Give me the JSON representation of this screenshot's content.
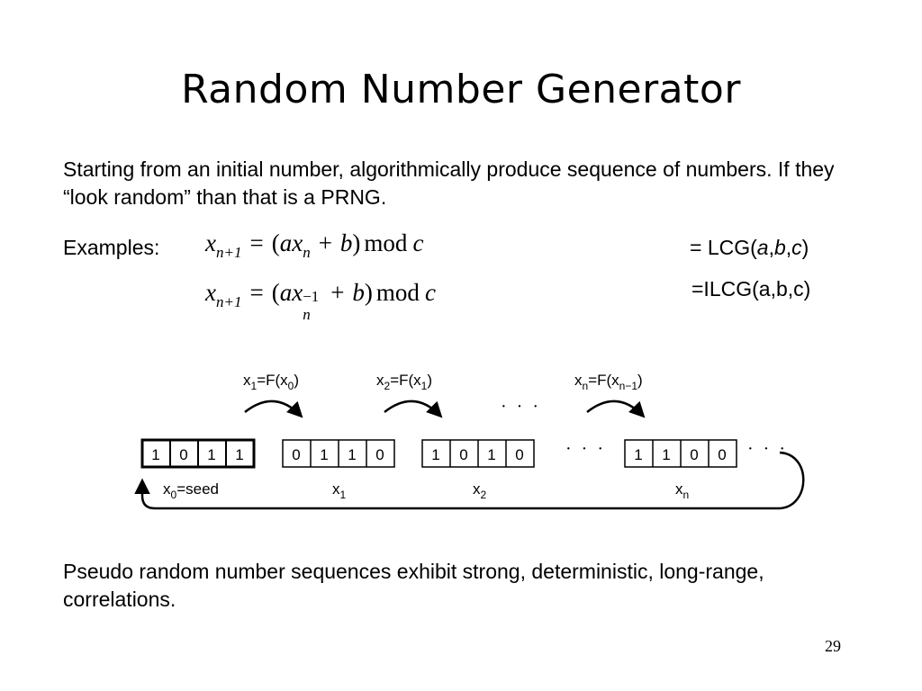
{
  "slide": {
    "title": "Random Number Generator",
    "intro": "Starting from an initial number, algorithmically produce sequence of numbers. If they “look random” than that is a PRNG.",
    "examples_label": "Examples:",
    "equation1_label": {
      "prefix": "= LCG(",
      "a": "a",
      "c1": ",",
      "b": "b",
      "c2": ",",
      "c": "c",
      "suffix": ")"
    },
    "equation2_label": "=ILCG(a,b,c)",
    "conclusion": "Pseudo random number sequences exhibit strong, deterministic, long-range, correlations.",
    "page_number": "29"
  },
  "equations": {
    "eq1": {
      "lhs_var": "x",
      "lhs_sub": "n+1",
      "eq": "=",
      "open": "(",
      "a": "a",
      "x": "x",
      "sub": "n",
      "sup": "",
      "plus": "+",
      "b": "b",
      "close": ")",
      "mod": "mod",
      "c": "c"
    },
    "eq2": {
      "lhs_var": "x",
      "lhs_sub": "n+1",
      "eq": "=",
      "open": "(",
      "a": "a",
      "x": "x",
      "sub": "n",
      "sup": "−1",
      "plus": "+",
      "b": "b",
      "close": ")",
      "mod": "mod",
      "c": "c"
    }
  },
  "diagram": {
    "registers": [
      {
        "bits": [
          "1",
          "0",
          "1",
          "1"
        ],
        "label": "x",
        "label_sub": "0",
        "label_suffix": "=seed"
      },
      {
        "bits": [
          "0",
          "1",
          "1",
          "0"
        ],
        "label": "x",
        "label_sub": "1",
        "label_suffix": ""
      },
      {
        "bits": [
          "1",
          "0",
          "1",
          "0"
        ],
        "label": "x",
        "label_sub": "2",
        "label_suffix": ""
      },
      {
        "bits": [
          "1",
          "1",
          "0",
          "0"
        ],
        "label": "x",
        "label_sub": "n",
        "label_suffix": ""
      }
    ],
    "transitions": [
      {
        "a": "x",
        "a_sub": "1",
        "mid": "=F(x",
        "b_sub": "0",
        "end": ")"
      },
      {
        "a": "x",
        "a_sub": "2",
        "mid": "=F(x",
        "b_sub": "1",
        "end": ")"
      },
      {
        "a": "x",
        "a_sub": "n",
        "mid": "=F(x",
        "b_sub": "n−1",
        "end": ")"
      }
    ],
    "ellipsis": "· · ·"
  }
}
